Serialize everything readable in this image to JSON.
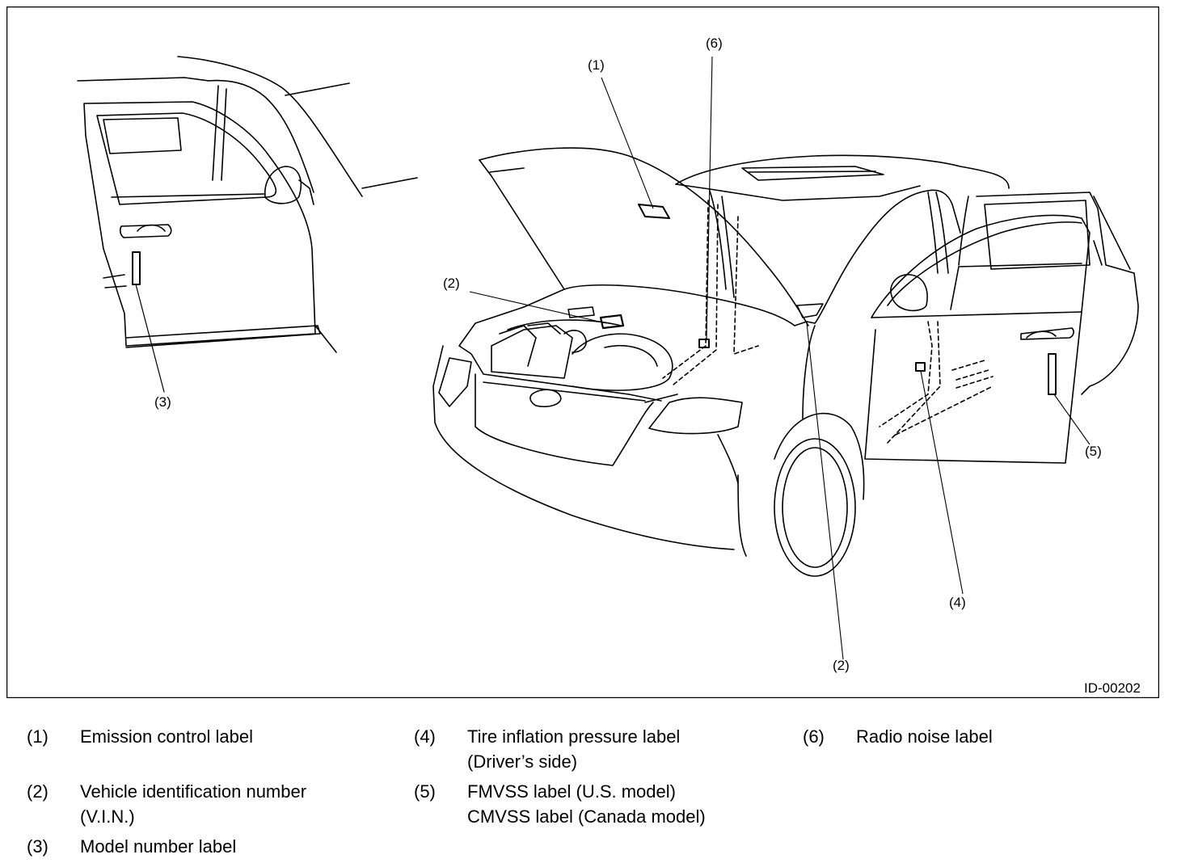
{
  "figure": {
    "id": "ID-00202",
    "callouts": {
      "c1": "(1)",
      "c6": "(6)",
      "c2a": "(2)",
      "c2b": "(2)",
      "c3": "(3)",
      "c4": "(4)",
      "c5": "(5)"
    }
  },
  "legend": [
    {
      "num": "(1)",
      "lines": [
        "Emission control label"
      ]
    },
    {
      "num": "(2)",
      "lines": [
        "Vehicle identification number",
        "(V.I.N.)"
      ]
    },
    {
      "num": "(3)",
      "lines": [
        "Model number label"
      ]
    },
    {
      "num": "(4)",
      "lines": [
        "Tire inflation pressure label",
        "(Driver’s side)"
      ]
    },
    {
      "num": "(5)",
      "lines": [
        "FMVSS label (U.S. model)",
        "CMVSS label (Canada model)"
      ]
    },
    {
      "num": "(6)",
      "lines": [
        "Radio noise label"
      ]
    }
  ]
}
